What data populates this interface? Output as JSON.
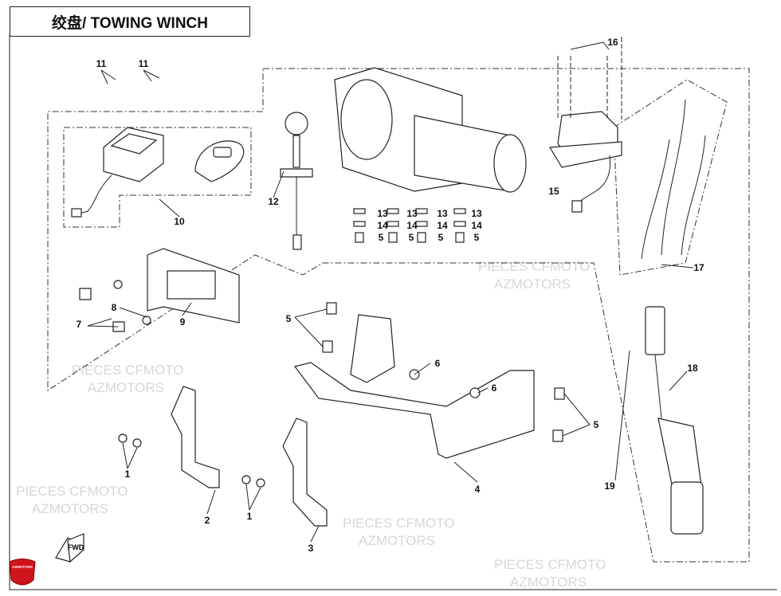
{
  "title": "绞盘/ TOWING WINCH",
  "logo": {
    "text": "AZMOTORS",
    "color": "#d0141b"
  },
  "fwd_marker": "FWD",
  "watermark": [
    "PIECES CFMOTO",
    "AZMOTORS"
  ],
  "callouts": {
    "c11a": "11",
    "c11b": "11",
    "c16": "16",
    "c10": "10",
    "c12": "12",
    "c13a": "13",
    "c13b": "13",
    "c13c": "13",
    "c13d": "13",
    "c14a": "14",
    "c14b": "14",
    "c14c": "14",
    "c14d": "14",
    "c5a": "5",
    "c5b": "5",
    "c5c": "5",
    "c5d": "5",
    "c15": "15",
    "c17": "17",
    "c7": "7",
    "c8": "8",
    "c9": "9",
    "c5e": "5",
    "c6a": "6",
    "c6b": "6",
    "c5f": "5",
    "c4": "4",
    "c18": "18",
    "c19": "19",
    "c1a": "1",
    "c2": "2",
    "c1b": "1",
    "c3": "3"
  }
}
